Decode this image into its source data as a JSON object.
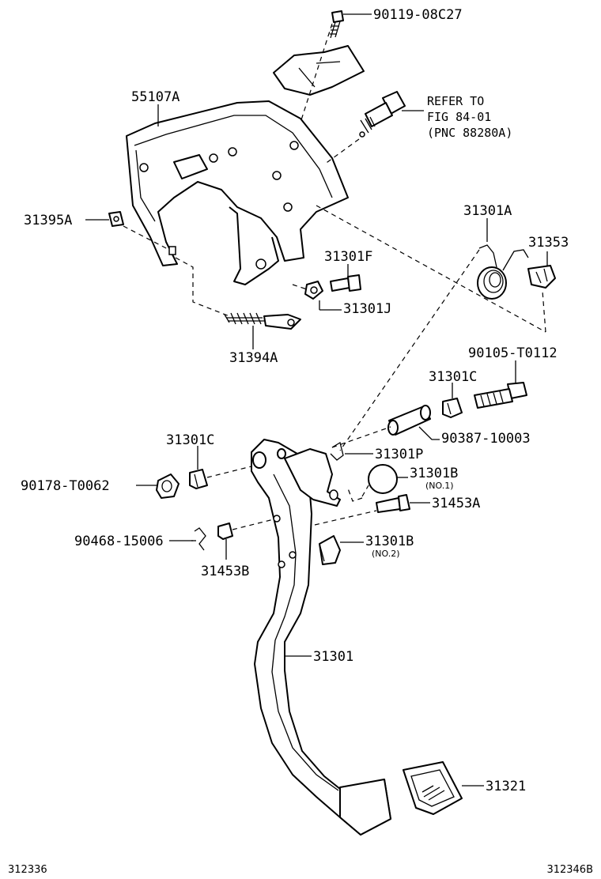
{
  "labels": {
    "l_90119_08C27": "90119-08C27",
    "l_55107A": "55107A",
    "ref_line1": "REFER TO",
    "ref_line2": "FIG 84-01",
    "ref_line3": "(PNC 88280A)",
    "l_31395A": "31395A",
    "l_31301A": "31301A",
    "l_31353": "31353",
    "l_31301F": "31301F",
    "l_31301J": "31301J",
    "l_31394A": "31394A",
    "l_90105_T0112": "90105-T0112",
    "l_31301C_right": "31301C",
    "l_90387_10003": "90387-10003",
    "l_31301C_left": "31301C",
    "l_31301P": "31301P",
    "l_90178_T0062": "90178-T0062",
    "l_31301B_1": "31301B",
    "no1": "(NO.1)",
    "l_31453A": "31453A",
    "l_90468_15006": "90468-15006",
    "l_31301B_2": "31301B",
    "no2": "(NO.2)",
    "l_31453B": "31453B",
    "l_31301": "31301",
    "l_31321": "31321"
  },
  "corners": {
    "bottom_left": "312336",
    "bottom_right": "312346B"
  }
}
